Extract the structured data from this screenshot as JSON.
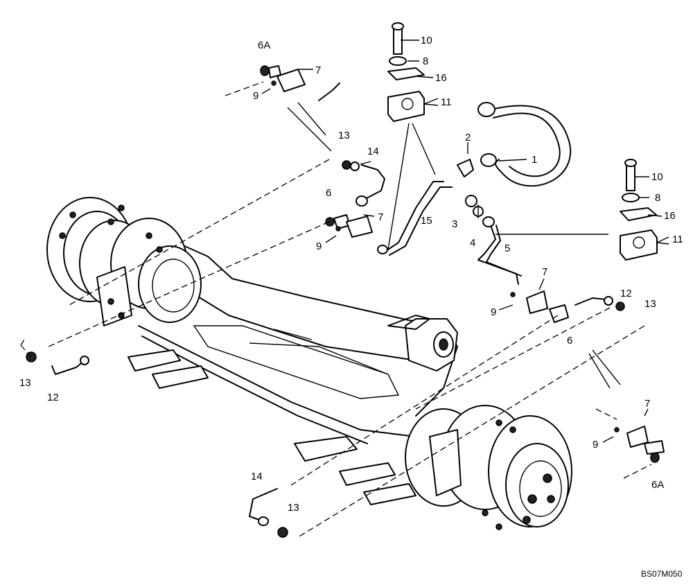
{
  "callouts": {
    "c1": "1",
    "c2": "2",
    "c3": "3",
    "c4": "4",
    "c5": "5",
    "c6a_top": "6A",
    "c6_mid": "6",
    "c6_right": "6",
    "c6a_bottom": "6A",
    "c7_top": "7",
    "c7_mid": "7",
    "c7_right": "7",
    "c7_bottom": "7",
    "c8_top": "8",
    "c8_right": "8",
    "c9_top": "9",
    "c9_mid": "9",
    "c9_right": "9",
    "c9_bottom": "9",
    "c10_top": "10",
    "c10_right": "10",
    "c11_top": "11",
    "c11_right": "11",
    "c12_right": "12",
    "c12_left": "12",
    "c13_top": "13",
    "c13_right": "13",
    "c13_left": "13",
    "c13_bottom": "13",
    "c14_top": "14",
    "c14_bottom": "14",
    "c15": "15",
    "c16_top": "16",
    "c16_right": "16"
  },
  "drawing_code": "BS07M050"
}
